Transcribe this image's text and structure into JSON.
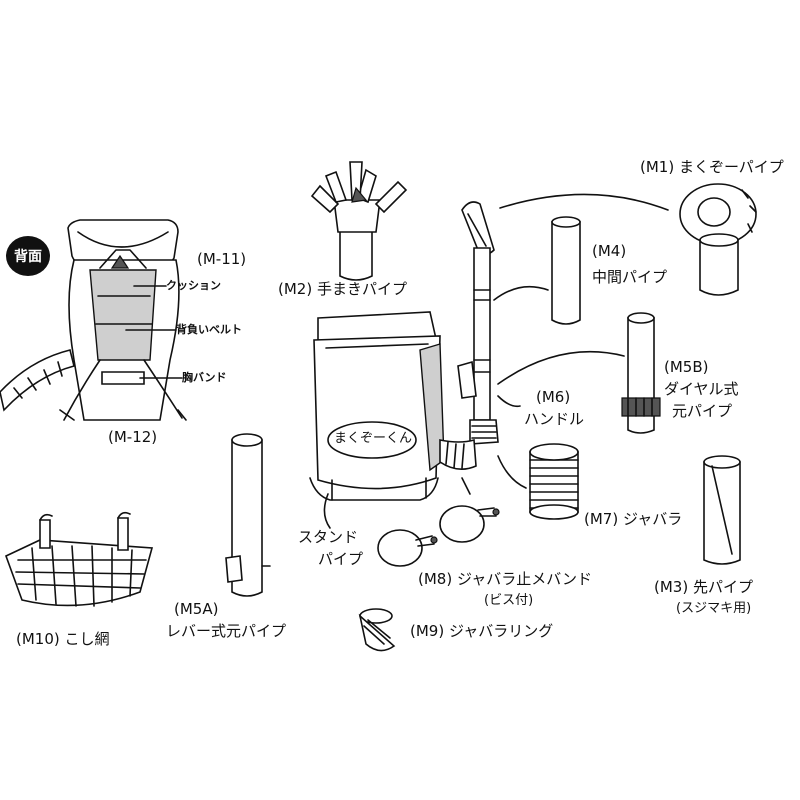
{
  "badge_back": "背面",
  "labels": {
    "m11": "(M-11)",
    "m12": "(M-12)",
    "cushion": "クッション",
    "shoulder_belt": "背負いベルト",
    "chest_band": "胸バンド",
    "m1": "(M1) まくぞーパイプ",
    "m2": "(M2) 手まきパイプ",
    "m4_code": "(M4)",
    "m4_name": "中間パイプ",
    "m5b_code": "(M5B)",
    "m5b_name1": "ダイヤル式",
    "m5b_name2": "元パイプ",
    "m6_code": "(M6)",
    "m6_name": "ハンドル",
    "m7": "(M7) ジャバラ",
    "m3": "(M3) 先パイプ",
    "m3_note": "(スジマキ用)",
    "stand_1": "スタンド",
    "stand_2": "パイプ",
    "m8": "(M8) ジャバラ止メバンド",
    "m8_note": "(ビス付)",
    "m9": "(M9) ジャバラリング",
    "m5a_code": "(M5A)",
    "m5a_name": "レバー式元パイプ",
    "m10": "(M10) こし網",
    "tank_logo": "まくぞーくん"
  }
}
